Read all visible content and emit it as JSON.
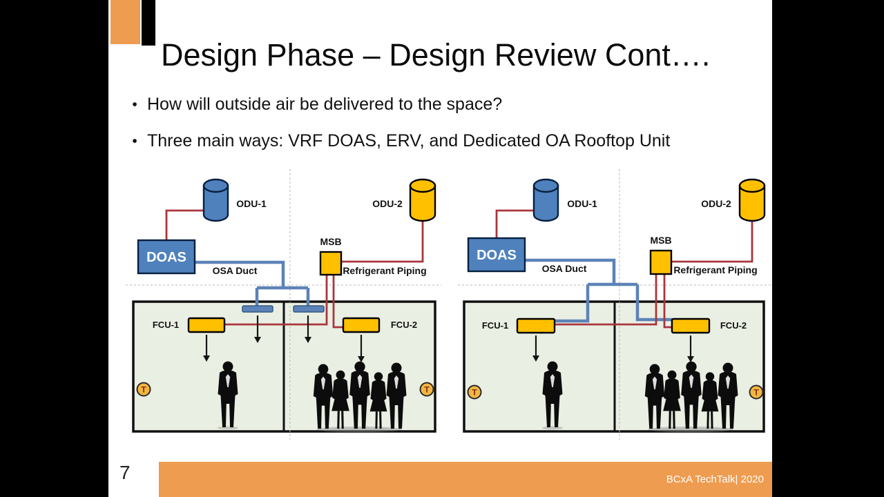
{
  "slide": {
    "title": "Design Phase – Design Review Cont….",
    "bullet_glyph": "•",
    "bullets": [
      "How will outside air be delivered to the space?",
      "Three main ways: VRF DOAS, ERV, and Dedicated OA Rooftop Unit"
    ],
    "page_number": "7",
    "footer_text": "BCxA TechTalk| 2020"
  },
  "diagrams": [
    {
      "odu1_label": "ODU-1",
      "odu2_label": "ODU-2",
      "doas_label": "DOAS",
      "msb_label": "MSB",
      "osa_duct_label": "OSA Duct",
      "refrigerant_piping_label": "Refrigerant Piping",
      "fcu1_label": "FCU-1",
      "fcu2_label": "FCU-2",
      "t_label": "T"
    },
    {
      "odu1_label": "ODU-1",
      "odu2_label": "ODU-2",
      "doas_label": "DOAS",
      "msb_label": "MSB",
      "osa_duct_label": "OSA Duct",
      "refrigerant_piping_label": "Refrigerant Piping",
      "fcu1_label": "FCU-1",
      "fcu2_label": "FCU-2",
      "t_label": "T"
    }
  ],
  "colors": {
    "accent_orange": "#EE9C50",
    "equipment_blue": "#4F81BD",
    "duct_blue": "#5C83B8",
    "equipment_yellow": "#FFC000",
    "piping_red": "#A8363B",
    "room_fill": "#EAEFE3",
    "thermostat_yellow": "#F3B63D"
  }
}
